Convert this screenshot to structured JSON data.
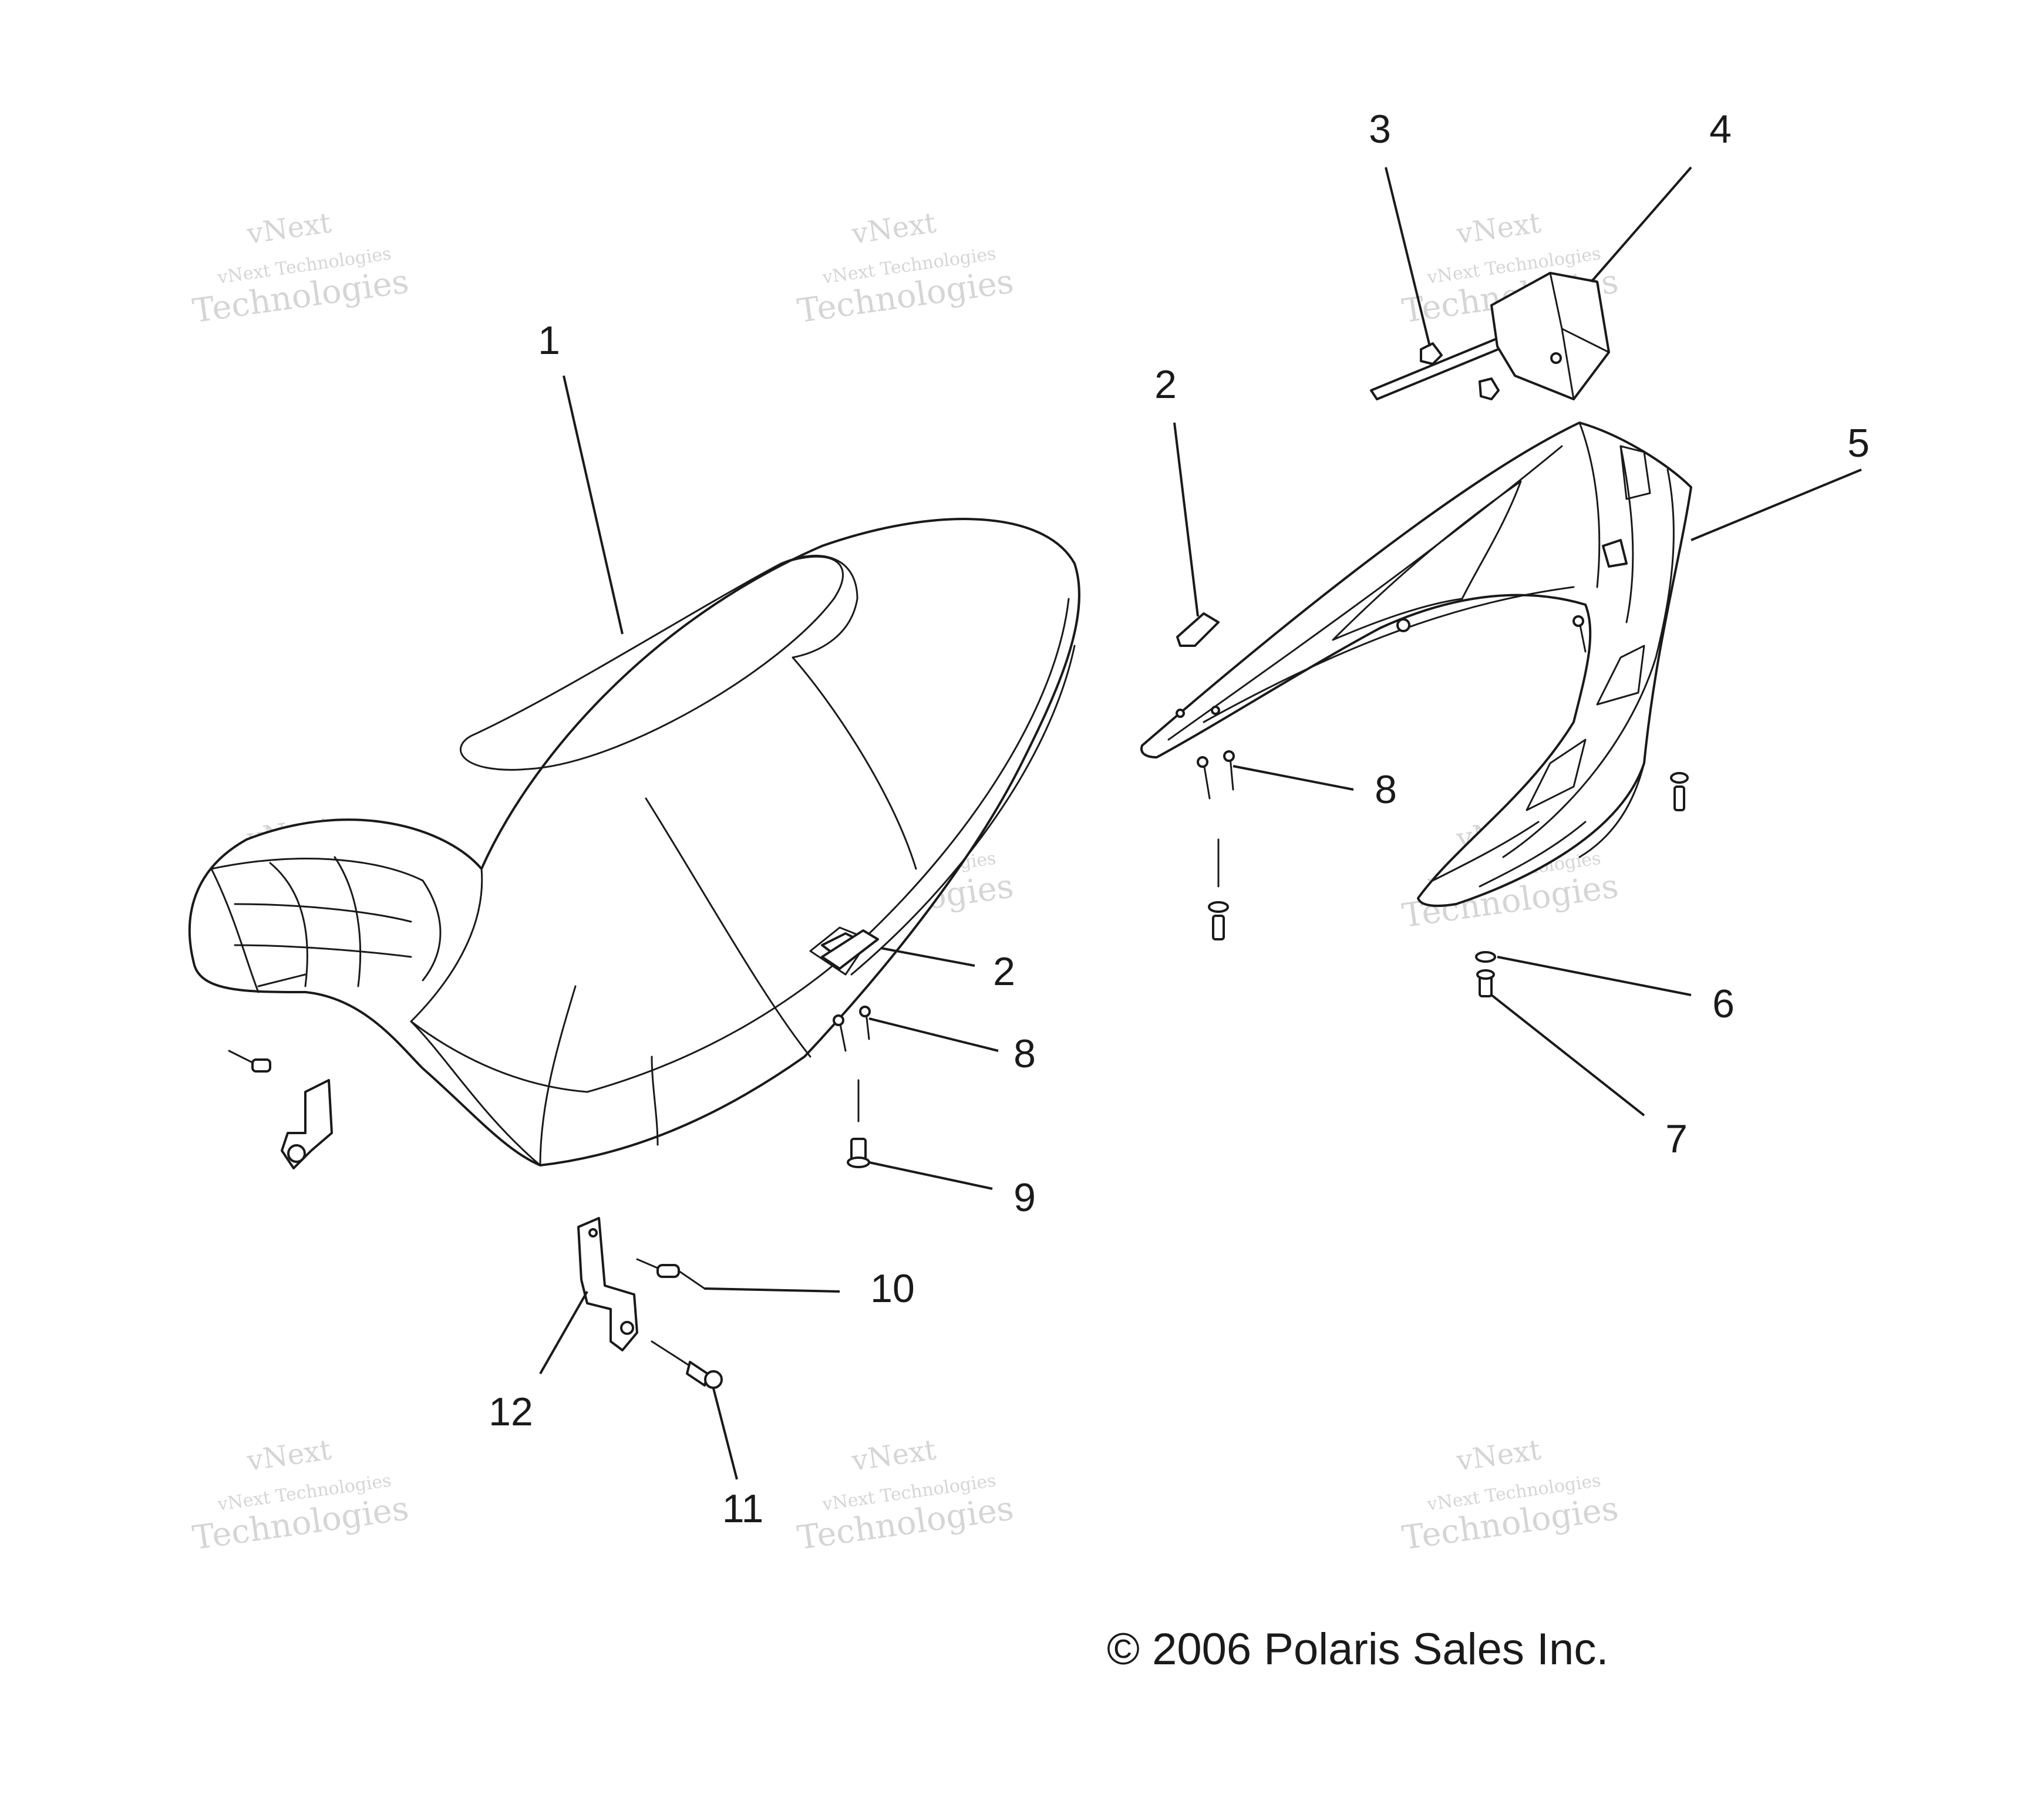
{
  "diagram": {
    "callouts": [
      "1",
      "2",
      "3",
      "4",
      "5",
      "2",
      "6",
      "7",
      "8",
      "8",
      "9",
      "10",
      "11",
      "12"
    ],
    "copyright": "© 2006 Polaris Sales Inc.",
    "watermark": {
      "line1": "vNext",
      "line2": "vNext Technologies",
      "line3": "Technologies"
    }
  }
}
